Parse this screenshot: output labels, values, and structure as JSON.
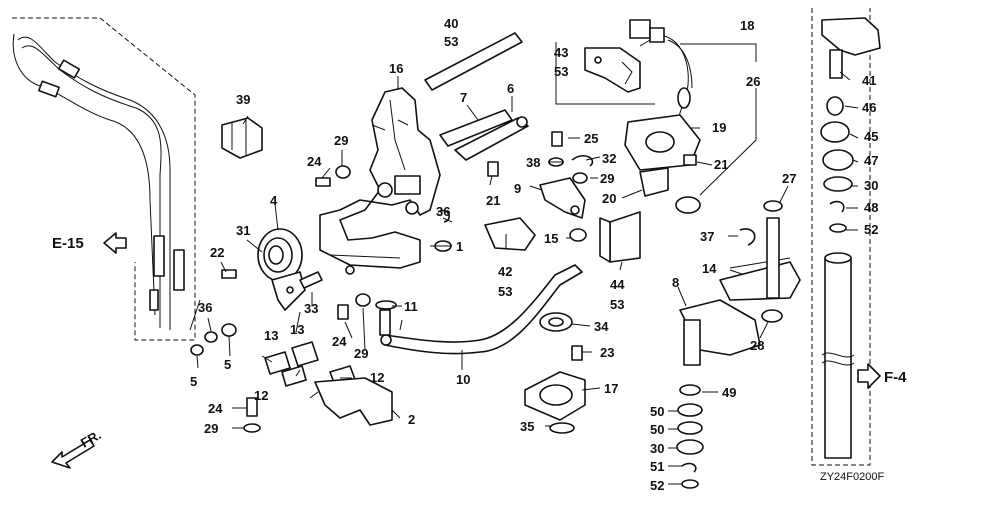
{
  "diagram": {
    "code": "ZY24F0200F",
    "ref_left": "E-15",
    "ref_right": "F-4",
    "direction": "FR.",
    "labels": {
      "n1": "1",
      "n2": "2",
      "n4": "4",
      "n5a": "5",
      "n5b": "5",
      "n6": "6",
      "n7": "7",
      "n8": "8",
      "n9": "9",
      "n10": "10",
      "n11": "11",
      "n12a": "12",
      "n12b": "12",
      "n13a": "13",
      "n13b": "13",
      "n14": "14",
      "n15": "15",
      "n16": "16",
      "n17": "17",
      "n18": "18",
      "n19": "19",
      "n20": "20",
      "n21a": "21",
      "n21b": "21",
      "n22": "22",
      "n23": "23",
      "n24a": "24",
      "n24b": "24",
      "n24c": "24",
      "n25": "25",
      "n26": "26",
      "n27": "27",
      "n28": "28",
      "n29a": "29",
      "n29b": "29",
      "n29c": "29",
      "n29d": "29",
      "n30a": "30",
      "n30b": "30",
      "n31": "31",
      "n32": "32",
      "n33": "33",
      "n34": "34",
      "n35": "35",
      "n36a": "36",
      "n36b": "36",
      "n37": "37",
      "n38": "38",
      "n39": "39",
      "n40": "40",
      "n53a": "53",
      "n41": "41",
      "n42": "42",
      "n53b": "53",
      "n43": "43",
      "n53c": "53",
      "n44": "44",
      "n53d": "53",
      "n45": "45",
      "n46": "46",
      "n47": "47",
      "n48": "48",
      "n49": "49",
      "n50a": "50",
      "n50b": "50",
      "n51": "51",
      "n52a": "52",
      "n52b": "52"
    }
  }
}
